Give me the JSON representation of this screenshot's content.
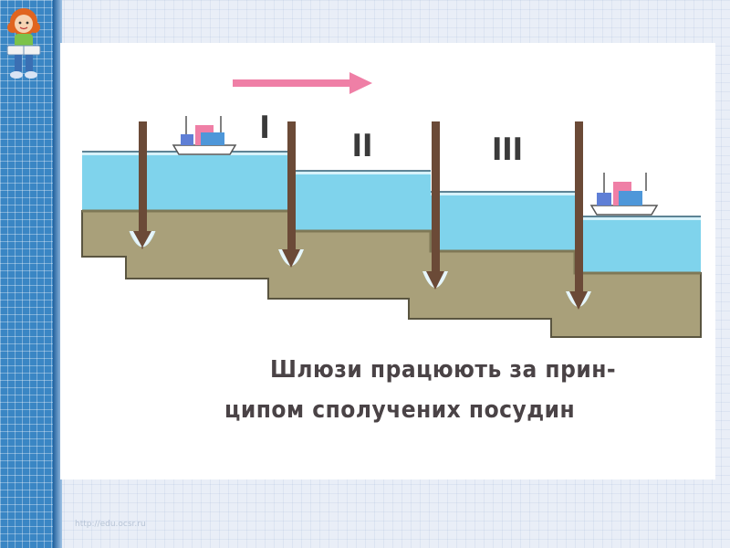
{
  "slide": {
    "caption_line_1": "Шлюзи працюють за прин-",
    "caption_line_2": "ципом сполучених посудин",
    "footer_url": "http://edu.ocsr.ru"
  },
  "diagram": {
    "chamber_labels": [
      "I",
      "II",
      "III"
    ],
    "direction_arrow": "right",
    "icons": [
      "ship-icon",
      "lock-gate-icon",
      "arrow-right-icon",
      "girl-reading-mascot-icon"
    ],
    "colors": {
      "water": "#7fd3ec",
      "water_surface": "#d7f2fb",
      "ground": "#a9a07a",
      "ground_dark": "#7f7856",
      "gate": "#6b4a37",
      "arrow": "#ef7fa6",
      "side_strip": "#3a86c4",
      "caption": "#4a4346"
    }
  }
}
